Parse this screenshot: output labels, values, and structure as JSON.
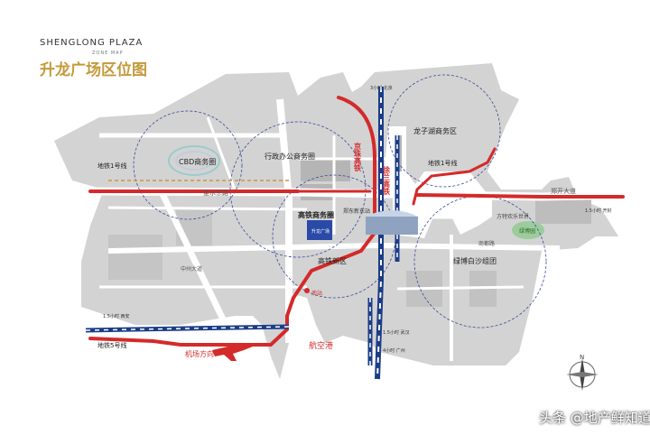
{
  "header": {
    "title_en": "SHENGLONG PLAZA",
    "subtitle_en": "ZONE MAP",
    "title_zh": "升龙广场区位图"
  },
  "areas": {
    "cbd": "CBD商务圈",
    "admin": "行政办公商务圈",
    "hsr": "高铁商务圈",
    "hsr_new": "高铁新区",
    "longzi": "龙子湖商务区",
    "lvbo": "绿博白沙组团",
    "fangte": "方特欢乐世界",
    "lvbo_park": "绿博园"
  },
  "railways": {
    "jingzhu": "京珠高铁",
    "xulan": "徐兰高铁",
    "metro1_west": "地铁1号线",
    "metro1_east": "地铁1号线",
    "metro5": "地铁5号线"
  },
  "roads": {
    "jinshui": "金水东路",
    "zhengkai": "郑开大道",
    "shangdu": "商都路",
    "zhongzhou": "中州大道",
    "airport_dir": "机场方向",
    "airport_port": "航空港",
    "south_station": "南站",
    "east_station": "郑东新东站"
  },
  "time_labels": {
    "north": "3小时\n北京",
    "west": "1.5小时\n西安",
    "south_a": "1.5小时\n武汉",
    "south_b": "4小时\n广州",
    "east": "1.5小时\n开封"
  },
  "markers": {
    "station_label": "郑东新东站",
    "plaza_label": "升龙广场"
  },
  "compass": "N",
  "watermark": "头条 @地产鲜知道",
  "colors": {
    "rail_red": "#d42a2a",
    "metro_blue": "#1b3d88",
    "block_gray": "#cfcfcf",
    "road_white": "#ffffff",
    "gold": "#c49a3a",
    "green": "#9ccc9c"
  }
}
